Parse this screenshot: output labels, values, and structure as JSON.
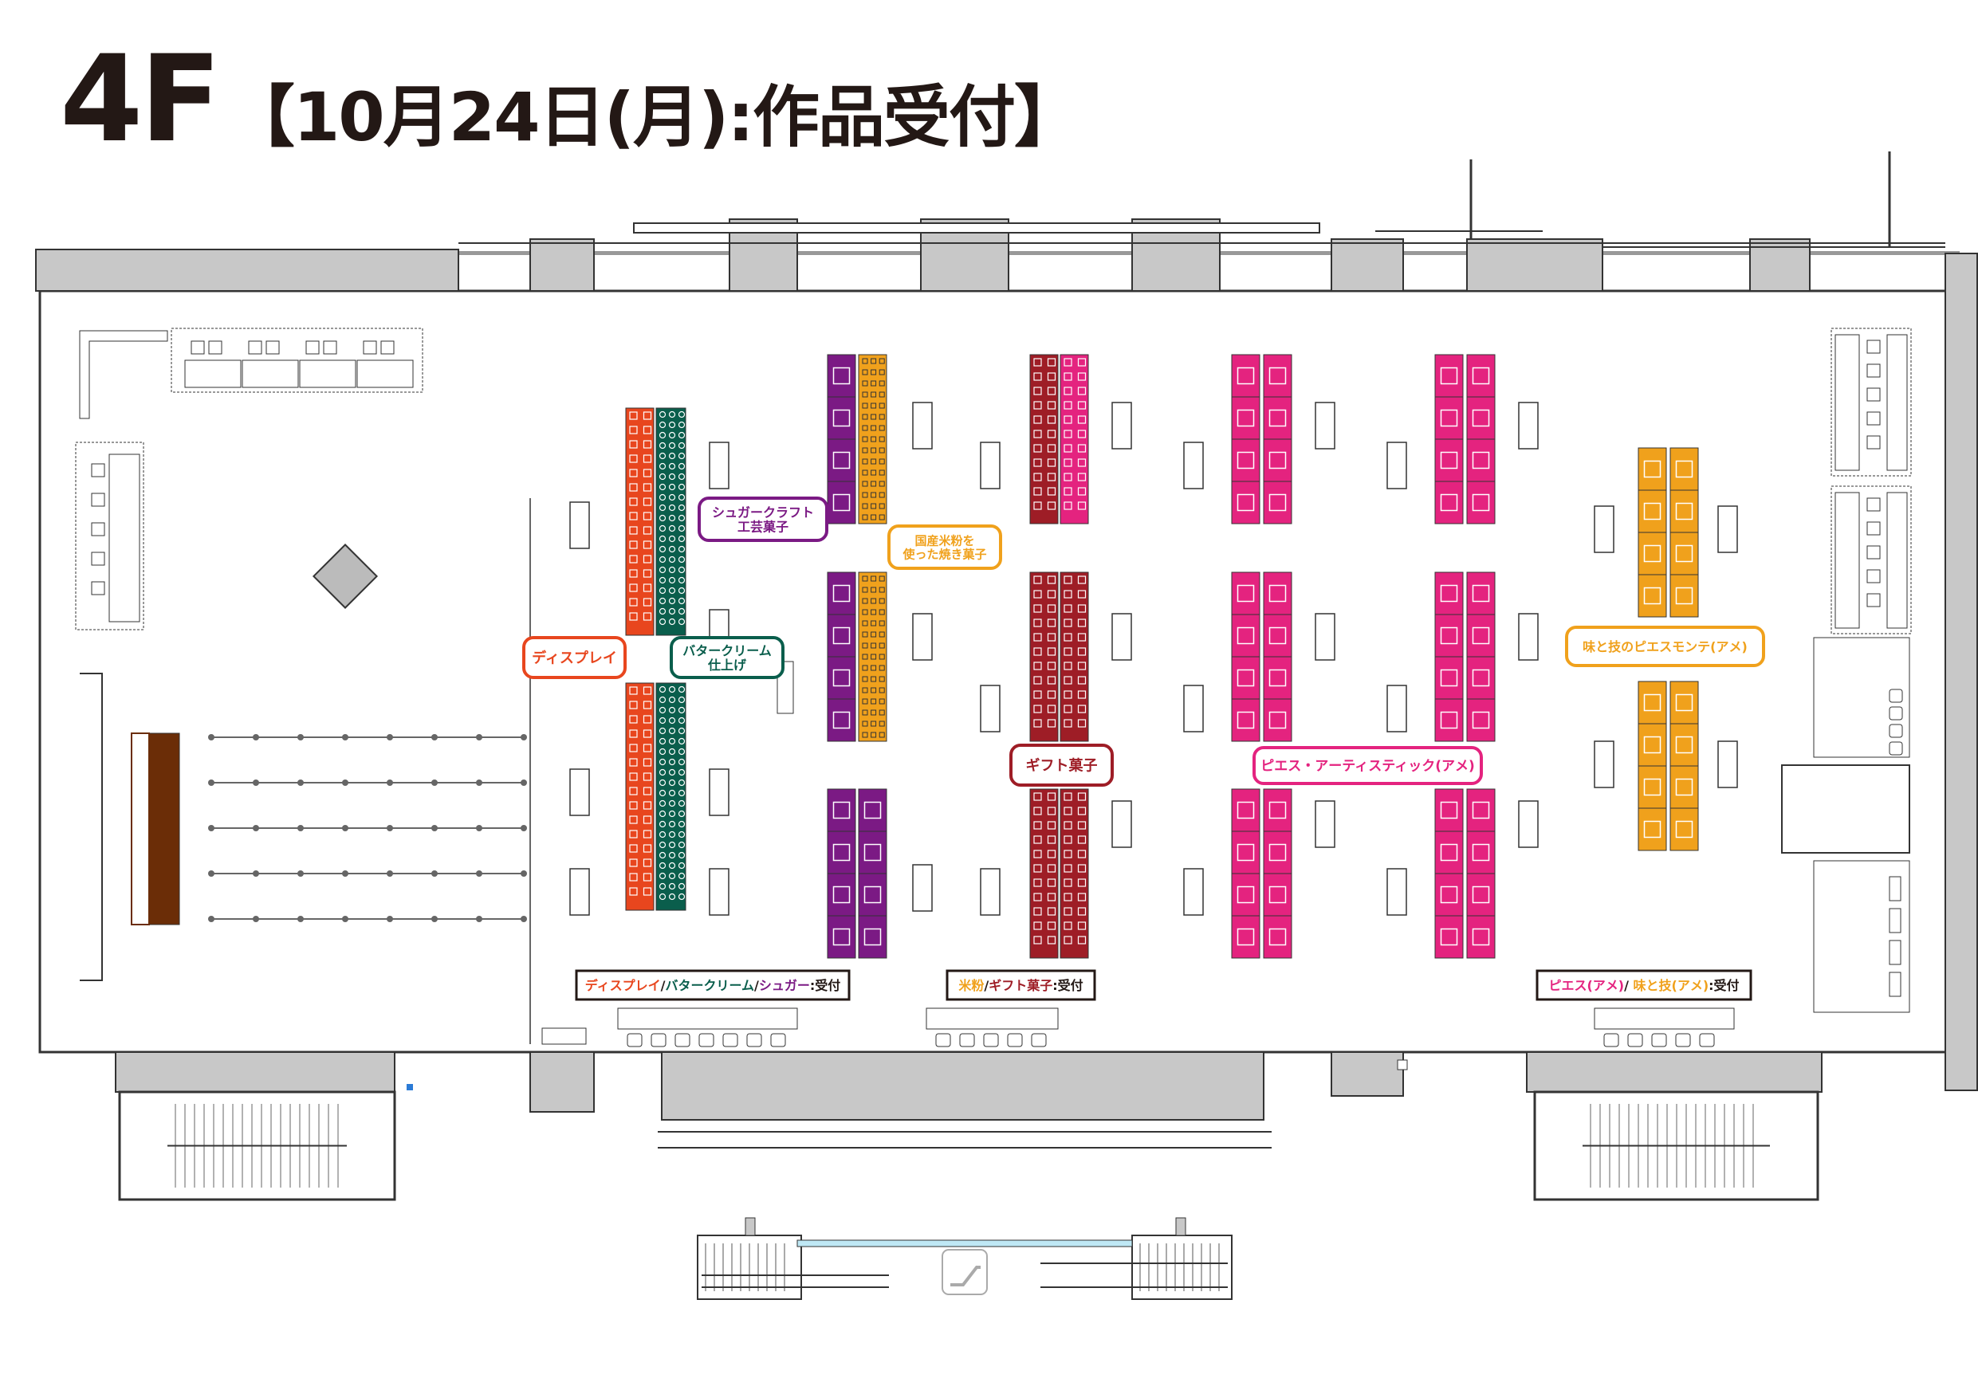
{
  "title": {
    "floor": "4F",
    "subtitle": "【10月24日(月):作品受付】"
  },
  "colors": {
    "display": "#e8461e",
    "buttercream": "#0a5e4c",
    "sugarcraft": "#7b1a84",
    "rice_flour": "#f0a11c",
    "gift": "#9e1d26",
    "pieces_artistic": "#e4237f",
    "aji_waza": "#f0a11c",
    "wall_gray": "#c8c8c8",
    "line": "#333333",
    "stage_brown": "#6b2d07"
  },
  "categories": {
    "display": "ディスプレイ",
    "buttercream": "バタークリーム\n仕上げ",
    "sugarcraft": "シュガークラフト\n工芸菓子",
    "rice_flour": "国産米粉を\n使った焼き菓子",
    "gift": "ギフト菓子",
    "pieces_artistic": "ピエス・アーティスティック(アメ)",
    "aji_waza": "味と技のピエスモンテ(アメ)"
  },
  "reception": {
    "left": {
      "parts": [
        {
          "text": "ディスプレイ",
          "color": "#e8461e"
        },
        {
          "text": "/",
          "color": "#231815"
        },
        {
          "text": "バタークリーム",
          "color": "#0a5e4c"
        },
        {
          "text": "/",
          "color": "#231815"
        },
        {
          "text": "シュガー",
          "color": "#7b1a84"
        },
        {
          "text": ":受付",
          "color": "#231815"
        }
      ]
    },
    "center": {
      "parts": [
        {
          "text": "米粉",
          "color": "#f0a11c"
        },
        {
          "text": "/",
          "color": "#231815"
        },
        {
          "text": "ギフト菓子",
          "color": "#9e1d26"
        },
        {
          "text": ":受付",
          "color": "#231815"
        }
      ]
    },
    "right": {
      "parts": [
        {
          "text": "ピエス(アメ)",
          "color": "#e4237f"
        },
        {
          "text": "/ ",
          "color": "#231815"
        },
        {
          "text": "味と技(アメ)",
          "color": "#f0a11c"
        },
        {
          "text": ":受付",
          "color": "#231815"
        }
      ]
    }
  },
  "icons": {
    "escalator": "escalator-icon"
  }
}
